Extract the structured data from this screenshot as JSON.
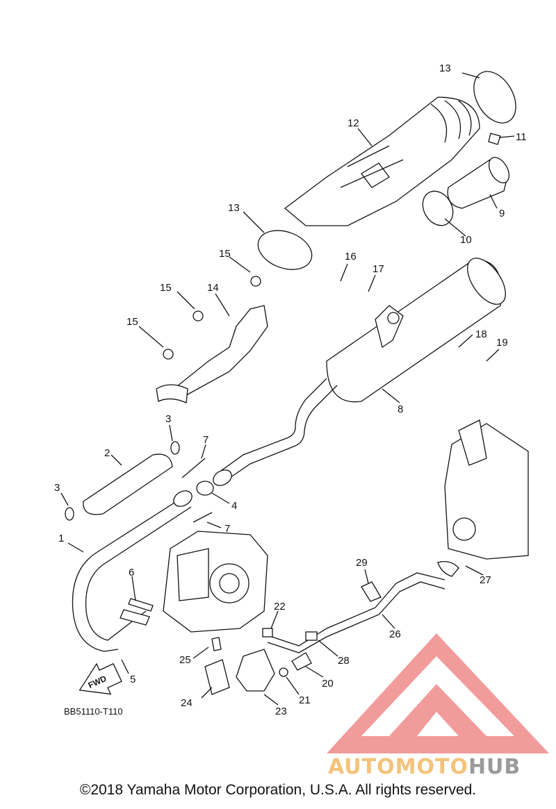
{
  "callouts": [
    {
      "text": "1"
    },
    {
      "text": "2"
    },
    {
      "text": "3"
    },
    {
      "text": "3"
    },
    {
      "text": "4"
    },
    {
      "text": "5"
    },
    {
      "text": "6"
    },
    {
      "text": "7"
    },
    {
      "text": "7"
    },
    {
      "text": "8"
    },
    {
      "text": "9"
    },
    {
      "text": "10"
    },
    {
      "text": "11"
    },
    {
      "text": "12"
    },
    {
      "text": "13"
    },
    {
      "text": "13"
    },
    {
      "text": "14"
    },
    {
      "text": "15"
    },
    {
      "text": "15"
    },
    {
      "text": "15"
    },
    {
      "text": "16"
    },
    {
      "text": "17"
    },
    {
      "text": "18"
    },
    {
      "text": "19"
    },
    {
      "text": "20"
    },
    {
      "text": "21"
    },
    {
      "text": "22"
    },
    {
      "text": "23"
    },
    {
      "text": "24"
    },
    {
      "text": "25"
    },
    {
      "text": "26"
    },
    {
      "text": "27"
    },
    {
      "text": "28"
    },
    {
      "text": "29"
    }
  ],
  "diagram_code": "BB51110-T110",
  "fwd_label": "FWD",
  "copyright": "©2018 Yamaha Motor Corporation, U.S.A. All rights reserved.",
  "watermark": {
    "part1": "AUTOMOTO",
    "part2": "HUB",
    "color_part1": "#f5c27a",
    "color_part2": "#9a9a9a",
    "logo_color": "#f08a8a"
  }
}
